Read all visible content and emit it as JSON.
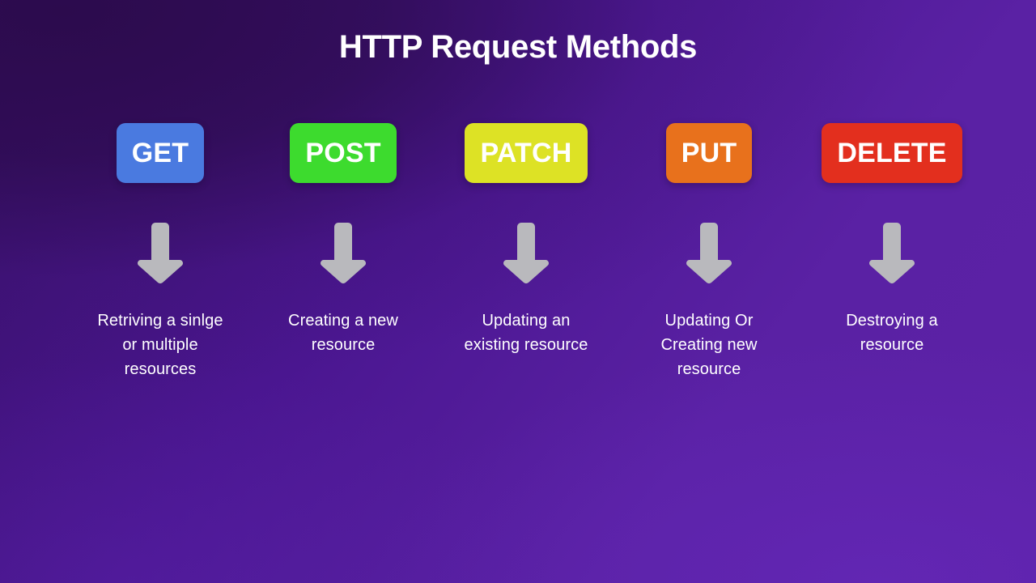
{
  "slide": {
    "title": "HTTP Request Methods",
    "background": {
      "from": "#2c0b4d",
      "to": "#5c21a6"
    },
    "arrow_icon_name": "arrow-down-icon",
    "arrow_color": "#b9b9bd",
    "methods": [
      {
        "label": "GET",
        "color": "#4a7ae0",
        "text_color": "#ffffff",
        "description": "Retriving a sinlge or multiple resources"
      },
      {
        "label": "POST",
        "color": "#3ddb2e",
        "text_color": "#ffffff",
        "description": "Creating a new resource"
      },
      {
        "label": "PATCH",
        "color": "#dde225",
        "text_color": "#ffffff",
        "description": "Updating an existing resource"
      },
      {
        "label": "PUT",
        "color": "#e8711c",
        "text_color": "#ffffff",
        "description": "Updating Or Creating new resource"
      },
      {
        "label": "DELETE",
        "color": "#e32f1e",
        "text_color": "#ffffff",
        "description": "Destroying a resource"
      }
    ]
  }
}
